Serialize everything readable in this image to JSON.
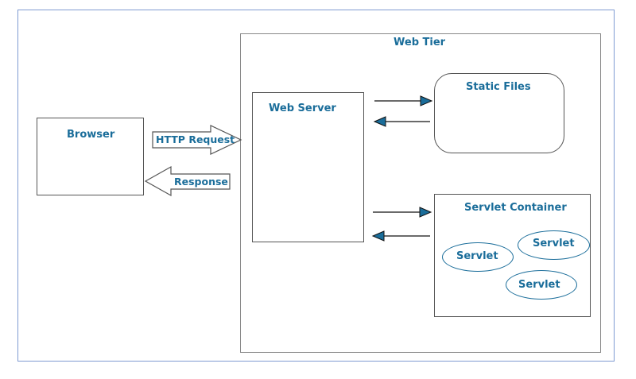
{
  "web_tier": {
    "label": "Web Tier"
  },
  "browser": {
    "label": "Browser"
  },
  "http_request": {
    "label": "HTTP Request"
  },
  "response": {
    "label": "Response"
  },
  "web_server": {
    "label": "Web Server"
  },
  "static_files": {
    "label": "Static Files"
  },
  "servlet_container": {
    "label": "Servlet Container",
    "servlets": [
      "Servlet",
      "Servlet",
      "Servlet"
    ]
  },
  "colors": {
    "text": "#1a6d9a",
    "frame": "#7f9bd2",
    "box_border": "#555555"
  }
}
